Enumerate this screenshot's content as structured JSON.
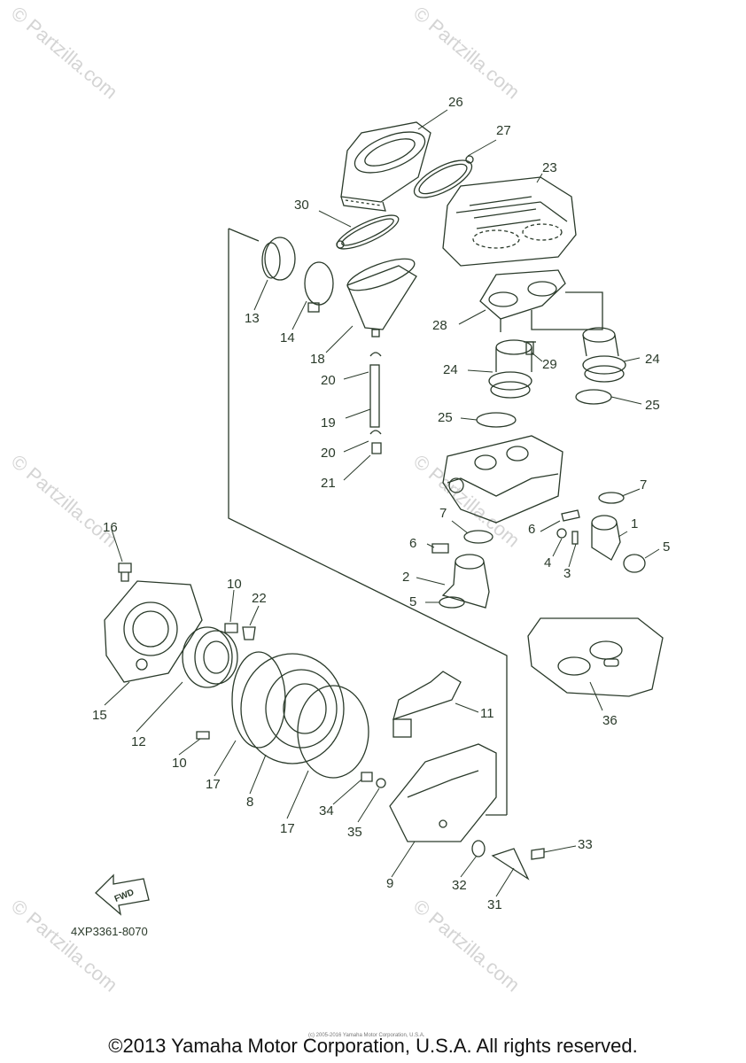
{
  "watermark": "© Partzilla.com",
  "part_code": "4XP3361-8070",
  "fwd_label": "FWD",
  "tiny_note": "(c) 2005-2016 Yamaha Motor Corporation, U.S.A.",
  "copyright": "©2013 Yamaha Motor Corporation, U.S.A. All rights reserved.",
  "callouts": [
    "26",
    "27",
    "23",
    "30",
    "13",
    "14",
    "18",
    "28",
    "29",
    "24",
    "24",
    "20",
    "19",
    "20",
    "21",
    "25",
    "25",
    "7",
    "7",
    "1",
    "5",
    "6",
    "6",
    "4",
    "3",
    "2",
    "5",
    "16",
    "10",
    "22",
    "15",
    "12",
    "10",
    "11",
    "36",
    "17",
    "8",
    "17",
    "34",
    "35",
    "33",
    "9",
    "32",
    "31"
  ]
}
